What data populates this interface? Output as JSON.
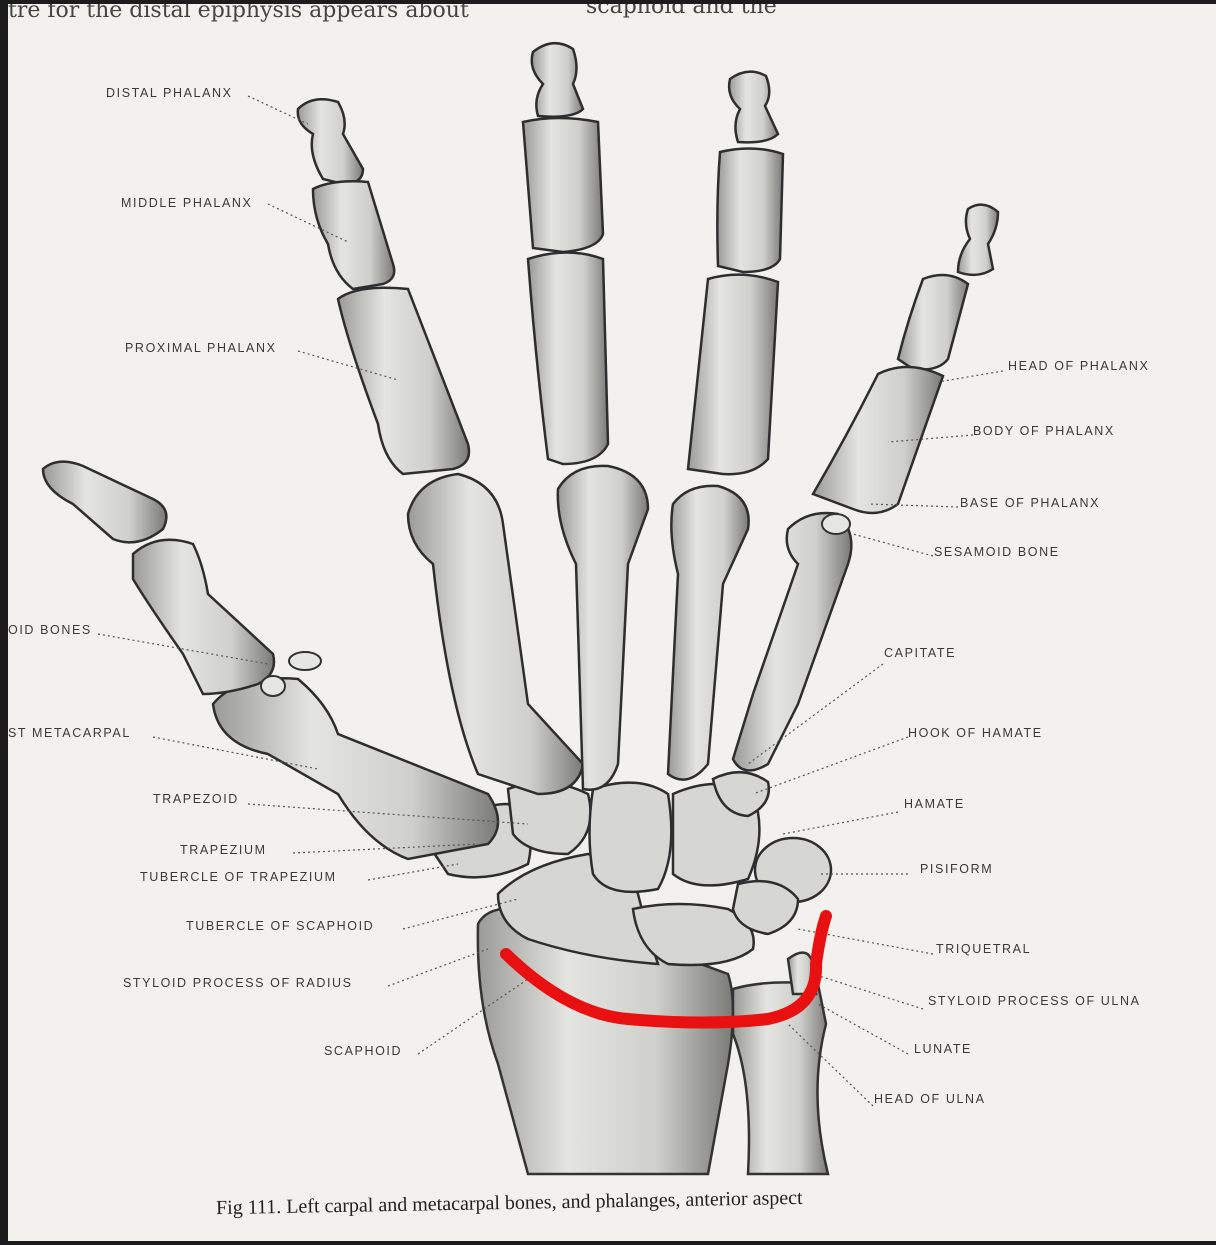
{
  "page_text": {
    "top_left": "tre for the distal epiphysis appears about",
    "top_right": "scaphoid and the"
  },
  "labels": {
    "distal_phalanx": "DISTAL PHALANX",
    "middle_phalanx": "MIDDLE PHALANX",
    "proximal_phalanx": "PROXIMAL PHALANX",
    "head_of_phalanx": "HEAD OF PHALANX",
    "body_of_phalanx": "BODY OF PHALANX",
    "base_of_phalanx": "BASE OF PHALANX",
    "sesamoid_bone": "SESAMOID BONE",
    "sesamoid_bones": "OID BONES",
    "capitate": "CAPITATE",
    "first_metacarpal": "ST METACARPAL",
    "hook_of_hamate": "HOOK OF HAMATE",
    "trapezoid": "TRAPEZOID",
    "hamate": "HAMATE",
    "trapezium": "TRAPEZIUM",
    "tubercle_of_trapezium": "TUBERCLE OF TRAPEZIUM",
    "pisiform": "PISIFORM",
    "tubercle_of_scaphoid": "TUBERCLE OF SCAPHOID",
    "triquetral": "TRIQUETRAL",
    "styloid_process_of_radius": "STYLOID PROCESS OF RADIUS",
    "styloid_process_of_ulna": "STYLOID PROCESS OF ULNA",
    "lunate": "LUNATE",
    "scaphoid": "SCAPHOID",
    "head_of_ulna": "HEAD OF ULNA"
  },
  "caption": "Fig 111.  Left carpal and metacarpal bones, and phalanges, anterior aspect",
  "colors": {
    "background": "#1c1c1c",
    "paper": "#f3f1ee",
    "bone_fill": "#dcdcd8",
    "bone_stroke": "#3a3a3a",
    "annotation": "#e81010"
  }
}
